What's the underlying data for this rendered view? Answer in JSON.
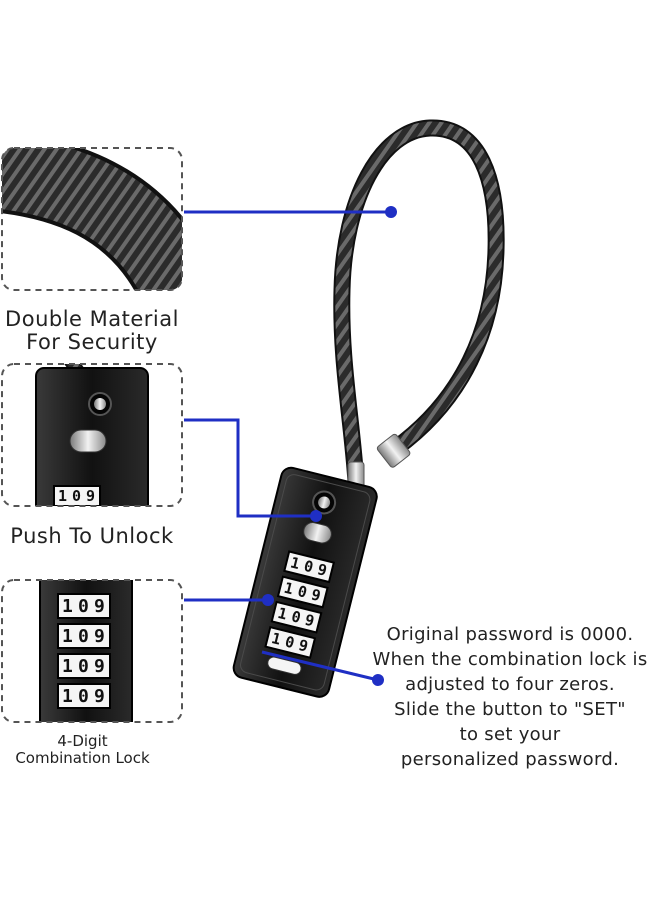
{
  "labels": {
    "material_line1": "Double Material",
    "material_line2": "For Security",
    "push": "Push To Unlock",
    "digit_line1": "4-Digit",
    "digit_line2": "Combination Lock"
  },
  "note": {
    "line1": "Original password is 0000.",
    "line2": "When the combination lock is",
    "line3": "adjusted to four zeros.",
    "line4": "Slide the button to \"SET\"",
    "line5": "to set your",
    "line6": "personalized password."
  },
  "dials": {
    "a": "1",
    "b": "0",
    "c": "9"
  },
  "colors": {
    "callout_line": "#1f2fc4",
    "lock_body": "#1a1a1a",
    "cable": "#2b2b2b",
    "frame_dash": "#555555"
  },
  "icons": [
    "cable-icon",
    "lock-body-icon",
    "push-button-icon",
    "dial-icon",
    "callout-dot-icon"
  ]
}
